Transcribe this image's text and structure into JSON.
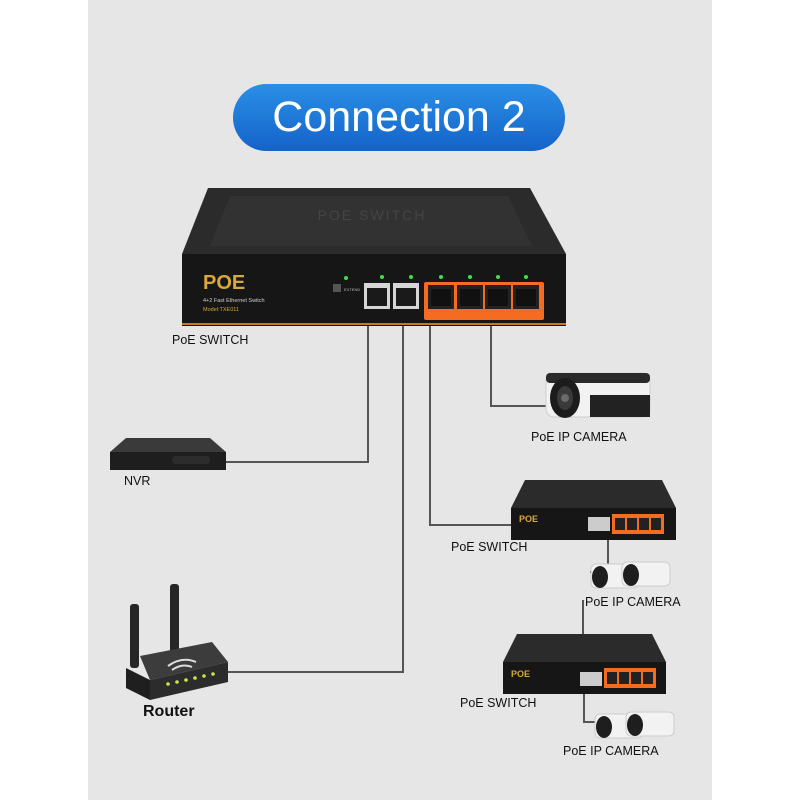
{
  "title": "Connection 2",
  "colors": {
    "title_bg": "#1f7ad9",
    "poe_port_orange": "#f36c21",
    "poe_logo_gold": "#d8a83a",
    "led_green": "#44dd44"
  },
  "main_switch": {
    "top_text": "POE SWITCH",
    "logo": "POE",
    "desc": "4+2 Fast Ethernet Switch",
    "model": "Model:TXE011",
    "extend_label": "EXTEND",
    "label": "PoE SWITCH"
  },
  "devices": {
    "camera_1_label": "PoE IP CAMERA",
    "nvr_label": "NVR",
    "switch_2_label": "PoE SWITCH",
    "camera_2_label": "PoE IP CAMERA",
    "router_label": "Router",
    "switch_3_label": "PoE SWITCH",
    "camera_3_label": "PoE IP CAMERA"
  }
}
